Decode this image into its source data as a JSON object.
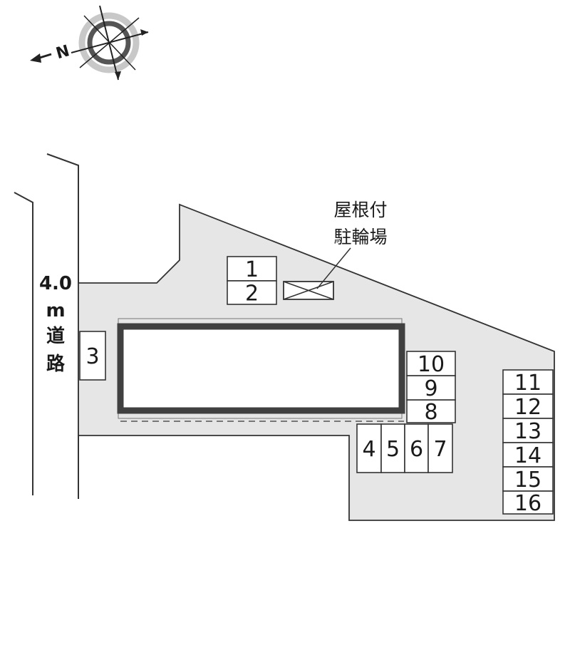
{
  "compass": {
    "icon": "north-arrow-compass-icon",
    "north_label": "N"
  },
  "road": {
    "width": "4.0",
    "unit": "m",
    "name_chars": [
      "道",
      "路"
    ]
  },
  "bike_parking": {
    "line1": "屋根付",
    "line2": "駐輪場"
  },
  "parking_spaces": [
    "1",
    "2",
    "3",
    "4",
    "5",
    "6",
    "7",
    "8",
    "9",
    "10",
    "11",
    "12",
    "13",
    "14",
    "15",
    "16"
  ],
  "colors": {
    "lot_fill": "#e6e6e6",
    "building_outline": "#404040",
    "line": "#333333",
    "space_fill": "#ffffff"
  }
}
